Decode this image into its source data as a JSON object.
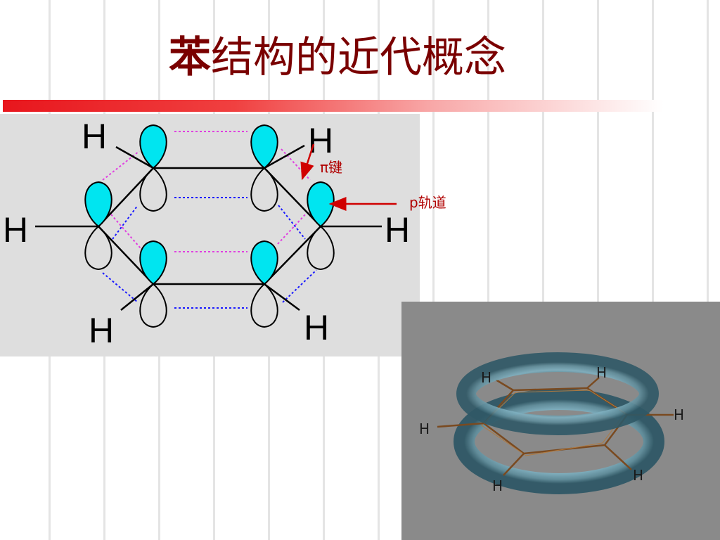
{
  "title": {
    "first_char": "苯",
    "rest": "结构的近代概念"
  },
  "diagram2d": {
    "hydrogen_label": "H",
    "annotations": {
      "pi_bond": "π键",
      "p_orbital": "p轨道"
    },
    "colors": {
      "orbital_fill": "#00e5f0",
      "pi_side": "#e040e0",
      "pi_ring": "#1a1aff",
      "arrow": "#d00000"
    }
  },
  "model3d": {
    "hydrogen_label": "H",
    "colors": {
      "ring": "#5f8c9a",
      "bond": "#7a4a20",
      "background": "#8a8a8a"
    }
  }
}
